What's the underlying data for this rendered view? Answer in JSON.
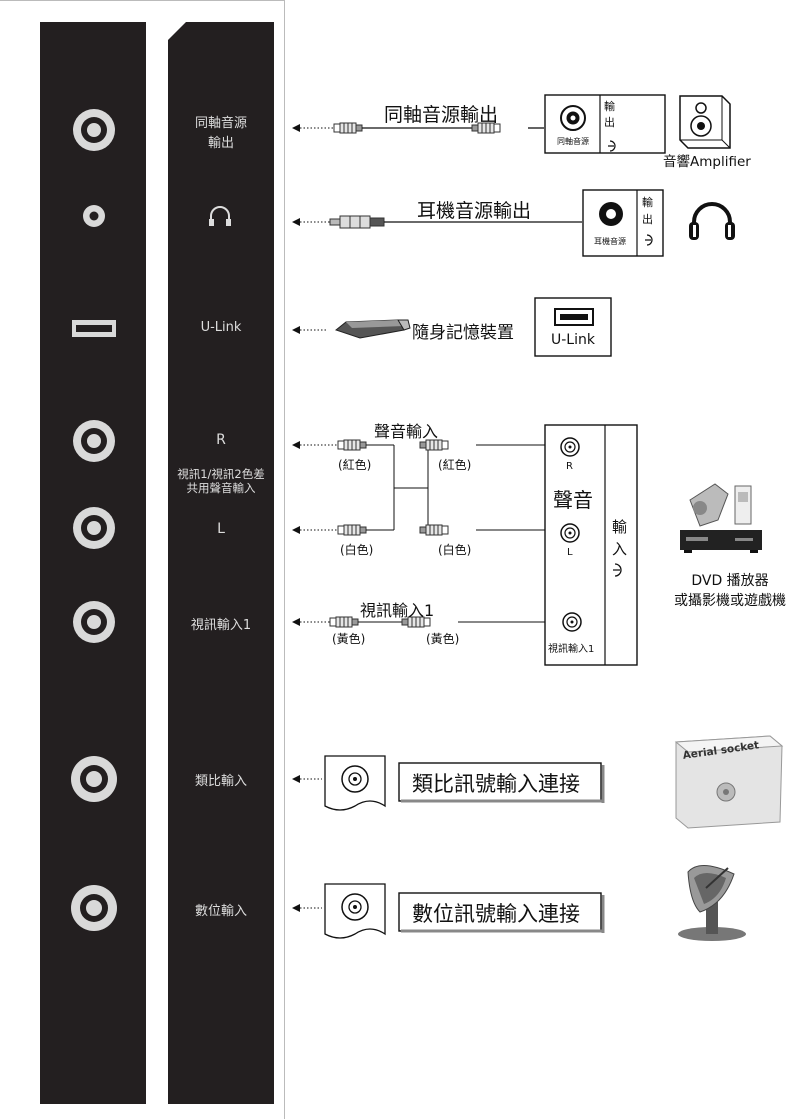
{
  "panel": {
    "coax_label_line1": "同軸音源",
    "coax_label_line2": "輸出",
    "ulink_label": "U-Link",
    "r_label": "R",
    "shared_audio_line1": "視訊1/視訊2色差",
    "shared_audio_line2": "共用聲音輸入",
    "l_label": "L",
    "video1_label": "視訊輸入1",
    "analog_label": "類比輸入",
    "digital_label": "數位輸入"
  },
  "connections": {
    "coax_title": "同軸音源輸出",
    "coax_device_port": "同軸音源",
    "coax_out_1": "輸",
    "coax_out_2": "出",
    "amplifier_label": "音響Amplifier",
    "headphone_title": "耳機音源輸出",
    "headphone_device_port": "耳機音源",
    "headphone_out_1": "輸",
    "headphone_out_2": "出",
    "usb_title": "隨身記憶裝置",
    "usb_port_label": "U-Link",
    "audio_in_title": "聲音輸入",
    "red_left": "(紅色)",
    "red_right": "(紅色)",
    "white_left": "(白色)",
    "white_right": "(白色)",
    "video_title": "視訊輸入1",
    "yellow_left": "(黃色)",
    "yellow_right": "(黃色)",
    "box_r": "R",
    "box_sound": "聲音",
    "box_l": "L",
    "box_in_1": "輸",
    "box_in_2": "入",
    "box_video1": "視訊輸入1",
    "dvd_line1": "DVD 播放器",
    "dvd_line2": "或攝影機或遊戲機",
    "analog_title": "類比訊號輸入連接",
    "aerial_label": "Aerial socket",
    "digital_title": "數位訊號輸入連接"
  }
}
